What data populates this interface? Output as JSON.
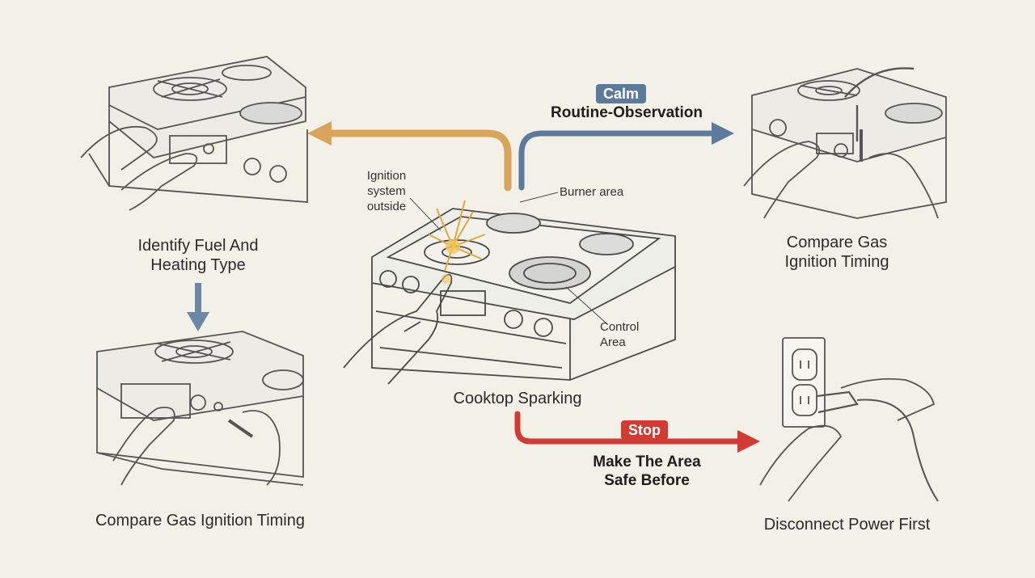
{
  "center": {
    "caption": "Cooktop Sparking",
    "callouts": {
      "ignition": "Ignition\nsystem\noutside",
      "burner": "Burner area",
      "control": "Control\nArea"
    }
  },
  "steps": {
    "top_left": {
      "line1": "Identify Fuel And",
      "line2": "Heating Type"
    },
    "bottom_left": "Compare Gas Ignition Timing",
    "top_right": {
      "line1": "Compare Gas",
      "line2": "Ignition Timing"
    },
    "bottom_right": "Disconnect Power First"
  },
  "branches": {
    "calm": {
      "badge": "Calm",
      "text": "Routine-Observation",
      "color": "#5b7a9e"
    },
    "stop": {
      "badge": "Stop",
      "line1": "Make The Area",
      "line2": "Safe Before",
      "color": "#d23b34"
    },
    "left_color": "#d9a55a",
    "down_color": "#6b86a6"
  }
}
